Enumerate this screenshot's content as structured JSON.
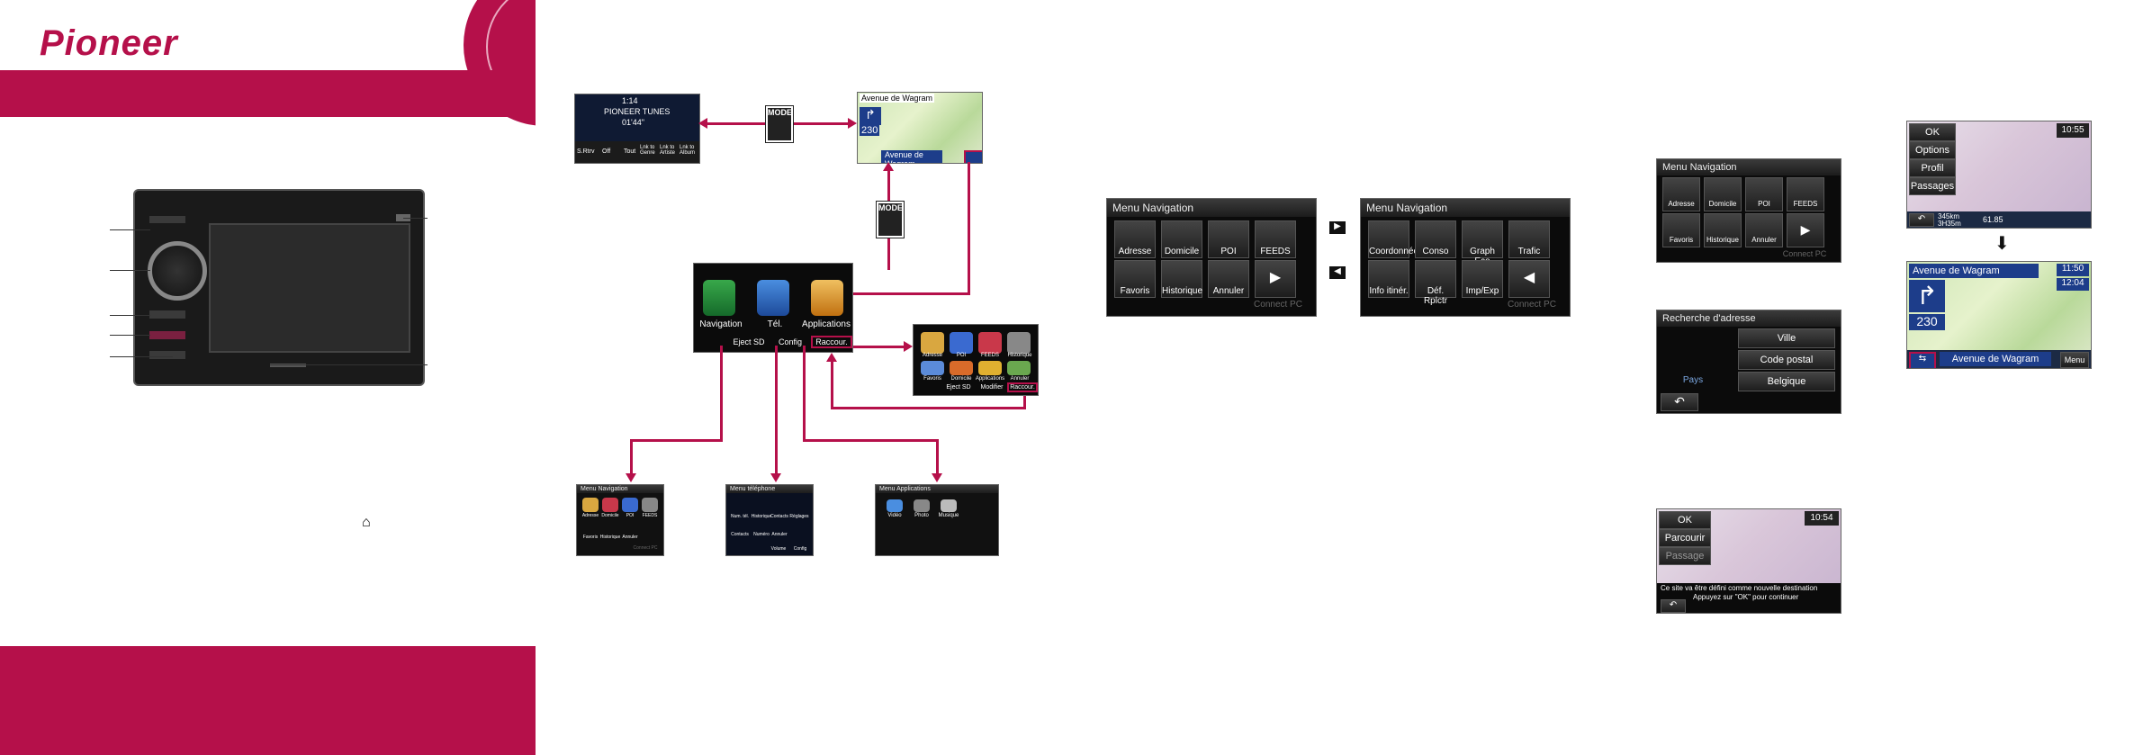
{
  "brand": {
    "logo": "Pioneer"
  },
  "mode_label": "MODE",
  "audio_screen": {
    "time": "1:14",
    "track": "PIONEER TUNES",
    "elapsed": "01'44\"",
    "buttons": [
      "S.Rtrv",
      "Off",
      "Tout",
      "Lnk to Genre",
      "Lnk to Artiste",
      "Lnk to Album"
    ]
  },
  "map_top": {
    "street": "Avenue de Wagram",
    "distance": "230",
    "bottom_street": "Avenue de Wagram"
  },
  "launcher": {
    "items": [
      "Navigation",
      "Tél.",
      "Applications"
    ],
    "bottom": [
      "Eject SD",
      "Config",
      "Raccour."
    ]
  },
  "shortcuts_screen": {
    "items": [
      "Adresse",
      "POI",
      "FEEDS",
      "Historique",
      "Favoris",
      "Domicile",
      "Applications",
      "Annuler"
    ],
    "bottom": [
      "Eject SD",
      "Modifier",
      "Raccour."
    ]
  },
  "nav_small": {
    "title": "Menu Navigation",
    "items": [
      "Adresse",
      "Domicile",
      "POI",
      "FEEDS",
      "Favoris",
      "Historique",
      "Annuler"
    ],
    "connect": "Connect PC"
  },
  "phone_small": {
    "title": "Menu téléphone",
    "items": [
      "Num. tél.",
      "Historique",
      "Contacts",
      "Réglages",
      "Contacts",
      "Numéro",
      "Annuler"
    ],
    "bottom": [
      "Volume",
      "Config"
    ]
  },
  "apps_small": {
    "title": "Menu Applications",
    "items": [
      "Vidéo",
      "Photo",
      "Musique"
    ]
  },
  "nav_page1": {
    "title": "Menu Navigation",
    "items": [
      "Adresse",
      "Domicile",
      "POI",
      "FEEDS",
      "Favoris",
      "Historique",
      "Annuler"
    ],
    "connect": "Connect PC"
  },
  "nav_page2": {
    "title": "Menu Navigation",
    "items": [
      "Coordonnée",
      "Conso",
      "Graph Eco",
      "Trafic",
      "Info itinér.",
      "Déf. Rplctr",
      "Imp/Exp"
    ],
    "connect": "Connect PC"
  },
  "nav_right": {
    "title": "Menu Navigation",
    "items": [
      "Adresse",
      "Domicile",
      "POI",
      "FEEDS",
      "Favoris",
      "Historique",
      "Annuler"
    ],
    "connect": "Connect PC"
  },
  "address_search": {
    "title": "Recherche d'adresse",
    "buttons": [
      "Ville",
      "Code postal",
      "Belgique"
    ],
    "country_label": "Pays"
  },
  "confirm_screen": {
    "buttons": [
      "OK",
      "Parcourir",
      "Passage"
    ],
    "time": "10:54",
    "message1": "Ce site va être défini comme nouvelle destination",
    "message2": "Appuyez sur \"OK\" pour continuer"
  },
  "route_screen": {
    "buttons": [
      "OK",
      "Options",
      "Profil",
      "Passages"
    ],
    "time": "10:55",
    "dist1": "345km",
    "dist2": "3H35m",
    "fuel": "61.85"
  },
  "guidance_screen": {
    "street": "Avenue de Wagram",
    "distance": "230",
    "time1": "11:50",
    "time2": "12:04",
    "menu": "Menu",
    "bottom_street": "Avenue de Wagram"
  },
  "colors": {
    "brand": "#b5104a"
  }
}
